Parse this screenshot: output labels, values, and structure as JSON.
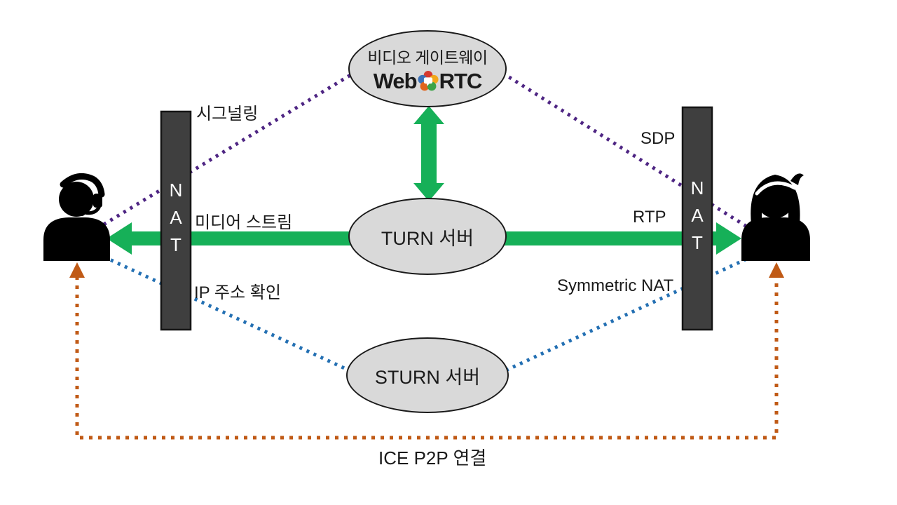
{
  "nodes": {
    "gateway": {
      "label": "비디오 게이트웨이",
      "brand_web": "Web",
      "brand_rtc": "RTC"
    },
    "turn": {
      "label": "TURN 서버"
    },
    "sturn": {
      "label": "STURN 서버"
    },
    "nat_left": {
      "label": "NAT"
    },
    "nat_right": {
      "label": "NAT"
    }
  },
  "edge_labels": {
    "signaling": "시그널링",
    "sdp": "SDP",
    "media_stream": "미디어 스트림",
    "rtp": "RTP",
    "ip_check": "IP 주소 확인",
    "symmetric_nat": "Symmetric NAT",
    "ice": "ICE P2P 연결"
  },
  "icons": {
    "left_user": "headset-person-icon",
    "right_user": "woman-person-icon",
    "brand_logo": "webrtc-logo-icon"
  },
  "colors": {
    "green": "#16B058",
    "purple": "#4E2583",
    "blue": "#2470B3",
    "orange": "#C05A16",
    "nat_fill": "#3F3F3F",
    "node_fill": "#D9D9D9",
    "logo_red": "#D63A2F",
    "logo_blue": "#3B72B8",
    "logo_yellow": "#F2A71B",
    "logo_orange": "#E0641C",
    "logo_green": "#3BA448"
  }
}
